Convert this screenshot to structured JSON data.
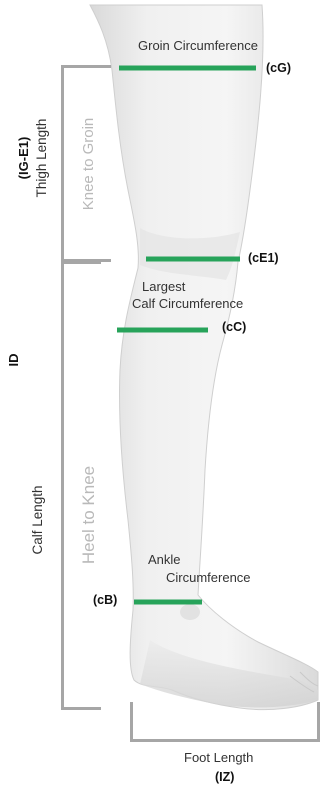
{
  "colors": {
    "measure_line": "#27a35a",
    "bracket": "#a6a6a6",
    "skin_light": "#f1f1f1",
    "skin_shadow": "#d6d6d6"
  },
  "measurements": {
    "groin": {
      "label": "Groin Circumference",
      "code": "(cG)"
    },
    "knee": {
      "code": "(cE1)"
    },
    "calf": {
      "label_line1": "Largest",
      "label_line2": "Calf Circumference",
      "code": "(cC)"
    },
    "ankle": {
      "label_line1": "Ankle",
      "label_line2": "Circumference",
      "code": "(cB)"
    }
  },
  "lengths": {
    "thigh": {
      "code": "(IG-E1)",
      "label": "Thigh Length",
      "hint": "Knee to Groin"
    },
    "calf": {
      "code": "ID",
      "label": "Calf Length",
      "hint": "Heel to Knee"
    },
    "foot": {
      "label": "Foot Length",
      "code": "(IZ)"
    }
  }
}
